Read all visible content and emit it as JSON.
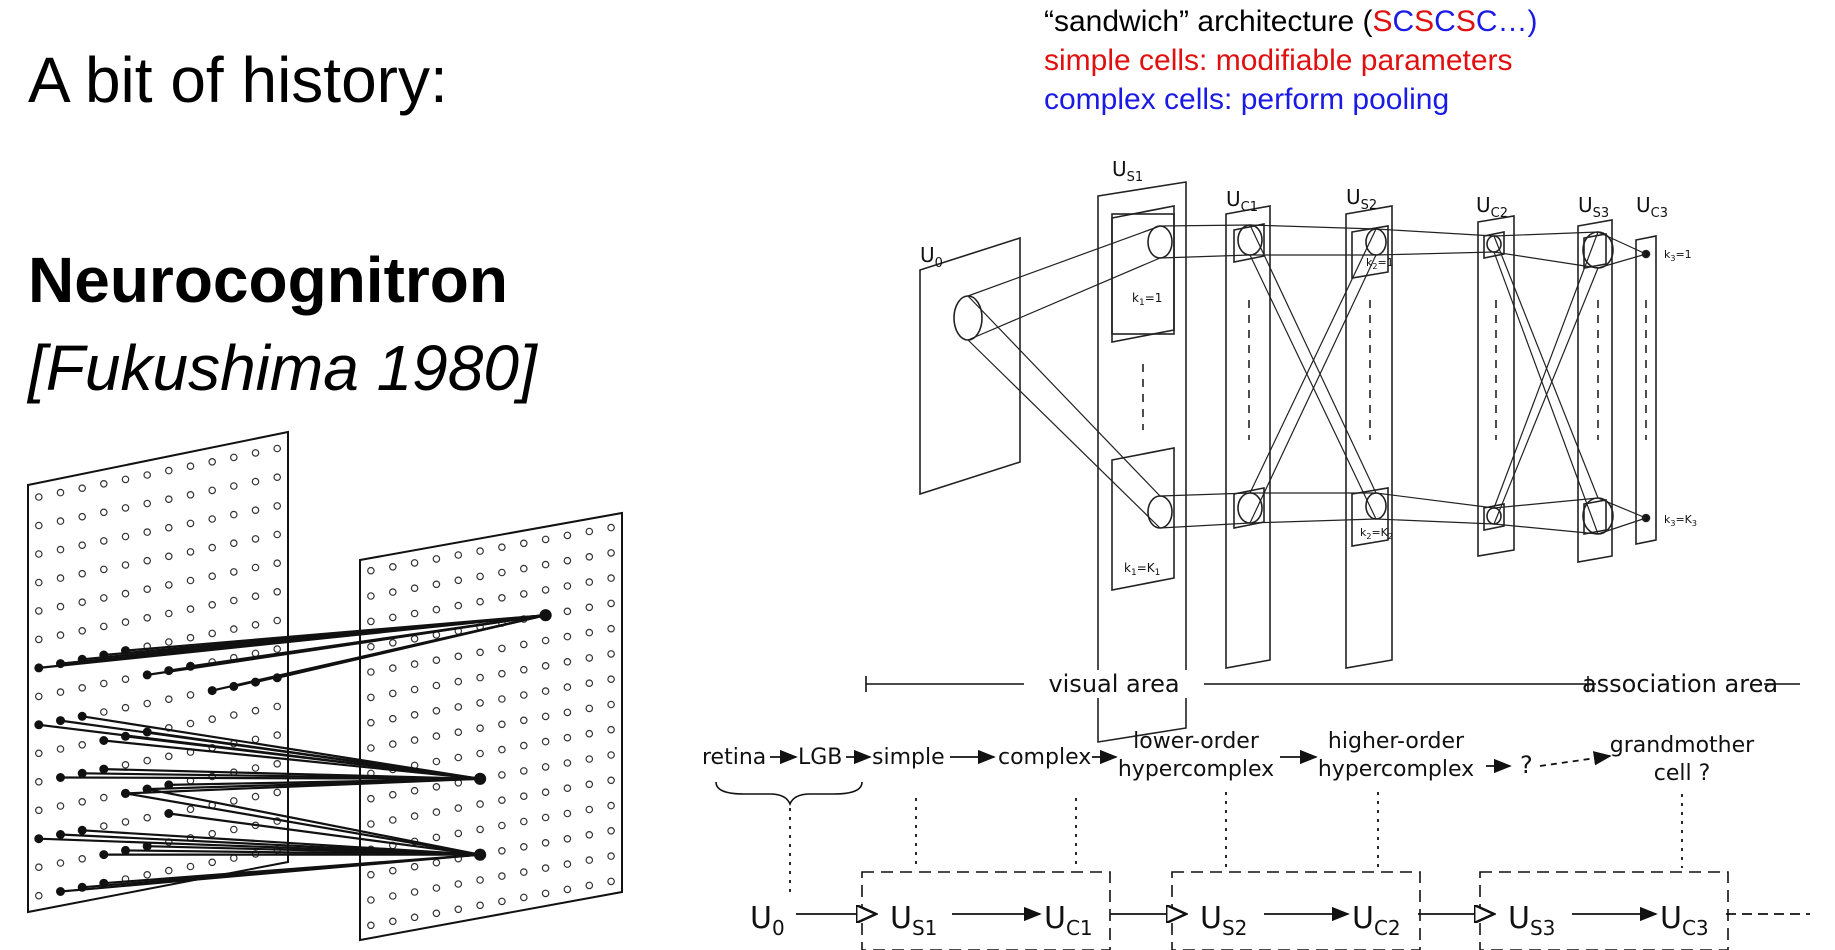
{
  "slide": {
    "title": "A bit of history:",
    "heading": "Neurocognitron",
    "citation": "[Fukushima 1980]"
  },
  "notes": {
    "line1_prefix": "“sandwich” architecture (",
    "line1_seq": [
      "S",
      "C",
      "S",
      "C",
      "S",
      "C"
    ],
    "line1_suffix": "…)",
    "line2": "simple cells: modifiable parameters",
    "line3": "complex cells: perform pooling",
    "colors": {
      "simple": "#e01010",
      "complex": "#1a1ae6"
    }
  },
  "architecture": {
    "input_label": "U",
    "input_sub": "0",
    "layers": [
      {
        "name": "U",
        "sub": "S1",
        "top": "k",
        "top_sub": "1",
        "top_val": "=1",
        "bot": "k",
        "bot_sub": "1",
        "bot_val": "=K",
        "bot_val_sub": "1"
      },
      {
        "name": "U",
        "sub": "C1"
      },
      {
        "name": "U",
        "sub": "S2",
        "top": "k",
        "top_sub": "2",
        "top_val": "=1",
        "bot": "k",
        "bot_sub": "2",
        "bot_val": "=K",
        "bot_val_sub": "2"
      },
      {
        "name": "U",
        "sub": "C2"
      },
      {
        "name": "U",
        "sub": "S3"
      },
      {
        "name": "U",
        "sub": "C3",
        "top": "k",
        "top_sub": "3",
        "top_val": "=1",
        "bot": "k",
        "bot_sub": "3",
        "bot_val": "=K",
        "bot_val_sub": "3"
      }
    ]
  },
  "hierarchy": {
    "visual_area": "visual area",
    "association_area": "association area",
    "stages": [
      "retina",
      "LGB",
      "simple",
      "complex"
    ],
    "lower_order": [
      "lower-order",
      "hypercomplex"
    ],
    "higher_order": [
      "higher-order",
      "hypercomplex"
    ],
    "question": "?",
    "grandmother": [
      "grandmother",
      "cell ?"
    ],
    "bottom_chain": [
      {
        "name": "U",
        "sub": "0"
      },
      {
        "name": "U",
        "sub": "S1"
      },
      {
        "name": "U",
        "sub": "C1"
      },
      {
        "name": "U",
        "sub": "S2"
      },
      {
        "name": "U",
        "sub": "C2"
      },
      {
        "name": "U",
        "sub": "S3"
      },
      {
        "name": "U",
        "sub": "C3"
      }
    ]
  }
}
